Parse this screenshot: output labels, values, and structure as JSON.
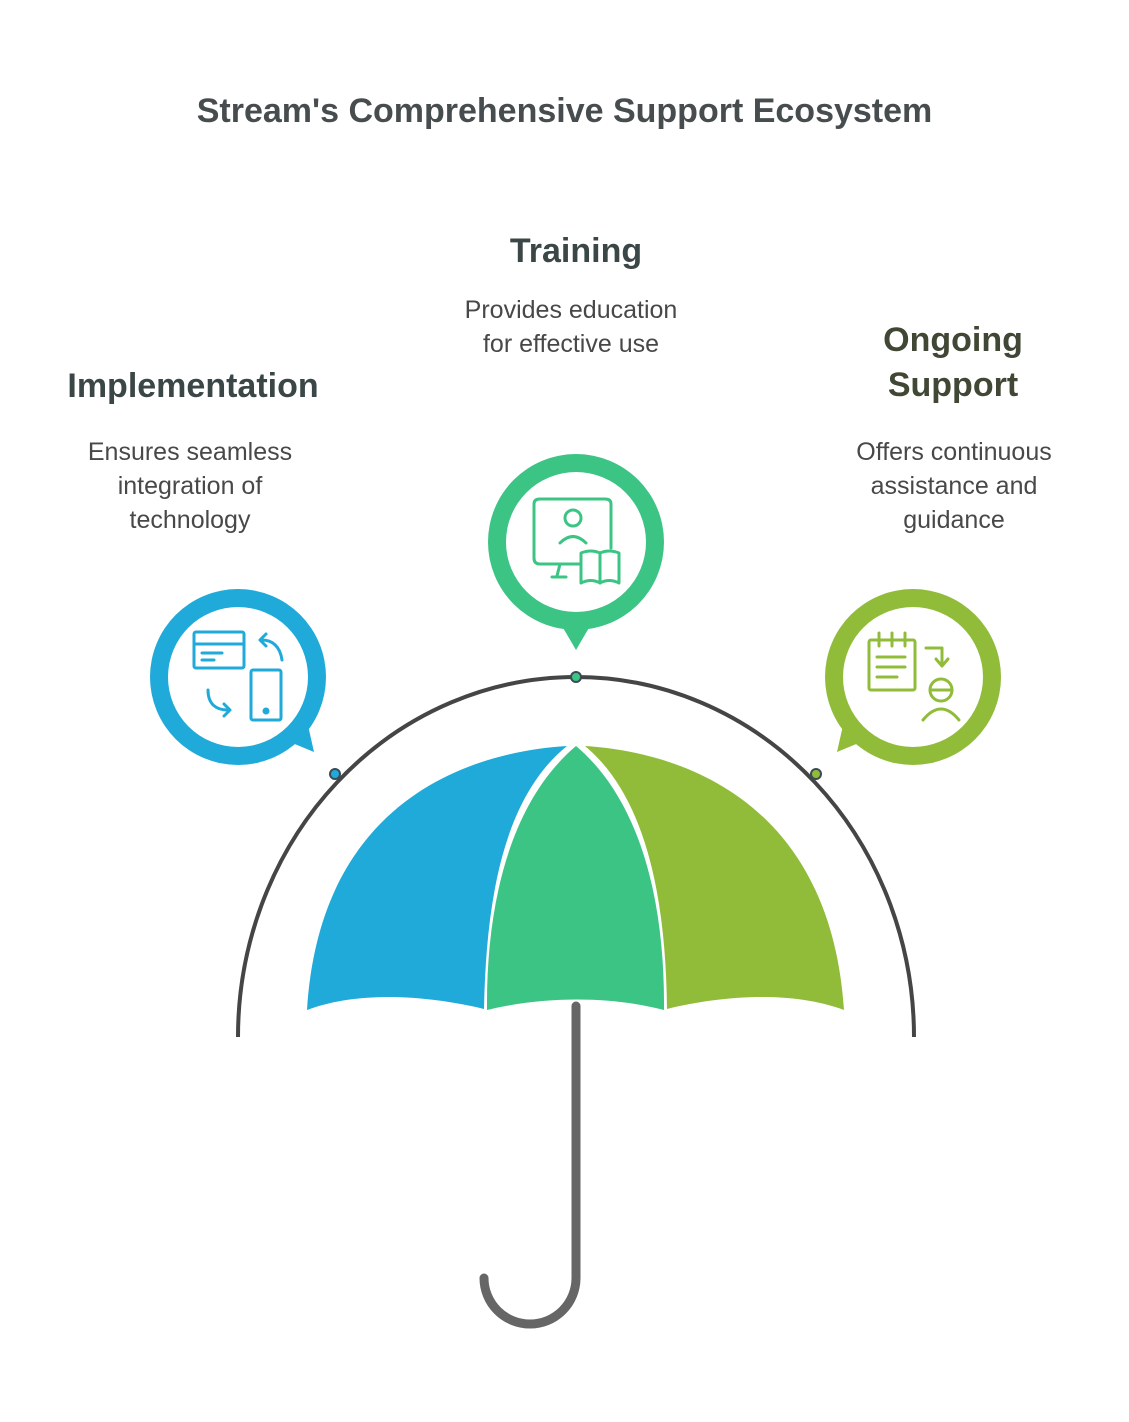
{
  "title": "Stream's Comprehensive Support Ecosystem",
  "items": [
    {
      "heading": "Implementation",
      "description": [
        "Ensures seamless",
        "integration of",
        "technology"
      ],
      "color": "#1faad9",
      "icon": "screen-to-phone-sync-icon"
    },
    {
      "heading": "Training",
      "description": [
        "Provides education",
        "for effective use"
      ],
      "color": "#3cc485",
      "icon": "monitor-person-book-icon"
    },
    {
      "heading": "Ongoing Support",
      "heading_lines": [
        "Ongoing",
        "Support"
      ],
      "description": [
        "Offers continuous",
        "assistance and",
        "guidance"
      ],
      "color": "#91bc3a",
      "icon": "clipboard-person-icon"
    }
  ],
  "colors": {
    "arc": "#454545",
    "handle": "#666666"
  }
}
